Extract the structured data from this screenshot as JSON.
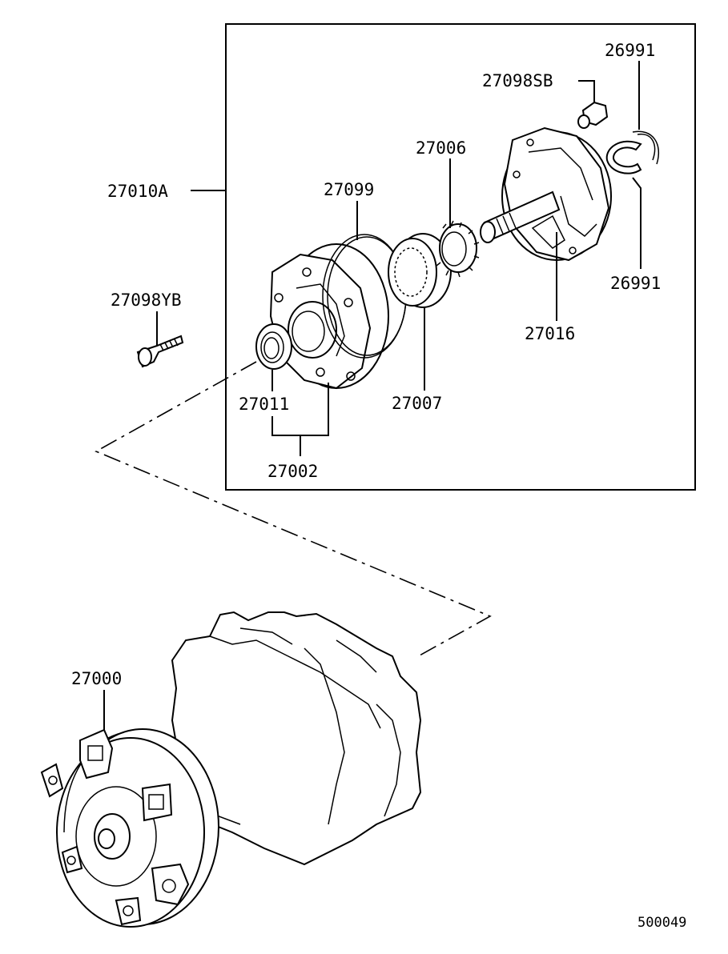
{
  "diagram": {
    "labels": {
      "p26991_top": "26991",
      "p27098SB": "27098SB",
      "p27006": "27006",
      "p27010A": "27010A",
      "p27099": "27099",
      "p26991_bottom": "26991",
      "p27098YB": "27098YB",
      "p27016": "27016",
      "p27011": "27011",
      "p27007": "27007",
      "p27002": "27002",
      "p27000": "27000"
    },
    "figure_number": "500049"
  }
}
